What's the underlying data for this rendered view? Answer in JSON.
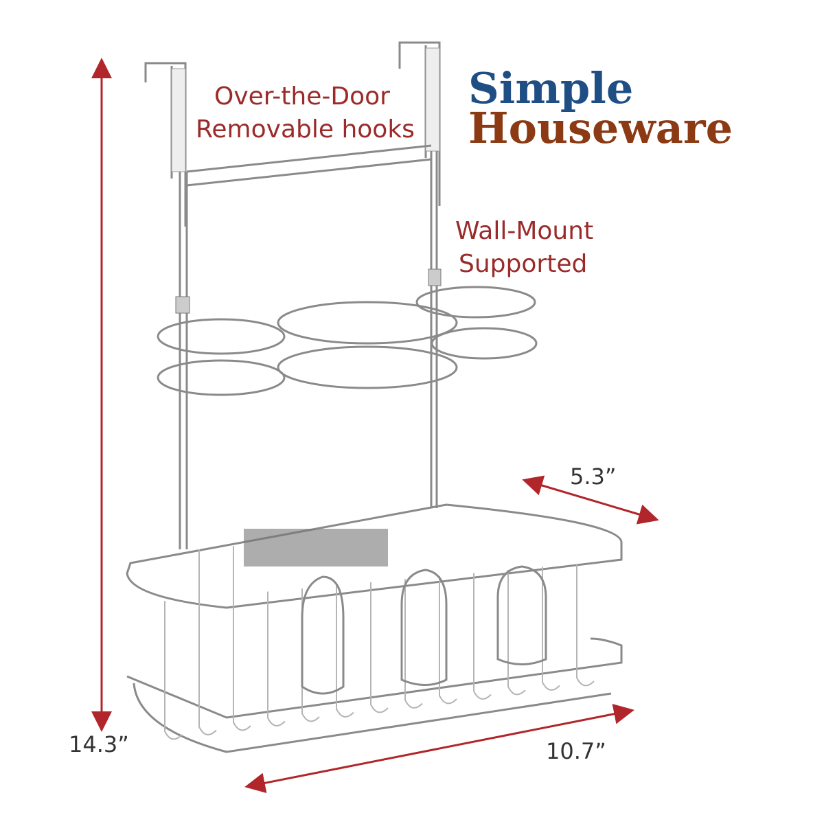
{
  "labels": {
    "hooks_line1": "Over-the-Door",
    "hooks_line2": "Removable hooks",
    "wall_line1": "Wall-Mount",
    "wall_line2": "Supported"
  },
  "logo": {
    "line1": "Simple",
    "line2": "Houseware",
    "color1": "#1f4e85",
    "color2": "#8b3a14"
  },
  "dimensions": {
    "height": "14.3”",
    "width": "10.7”",
    "depth": "5.3”"
  },
  "colors": {
    "arrow": "#b0262a"
  }
}
